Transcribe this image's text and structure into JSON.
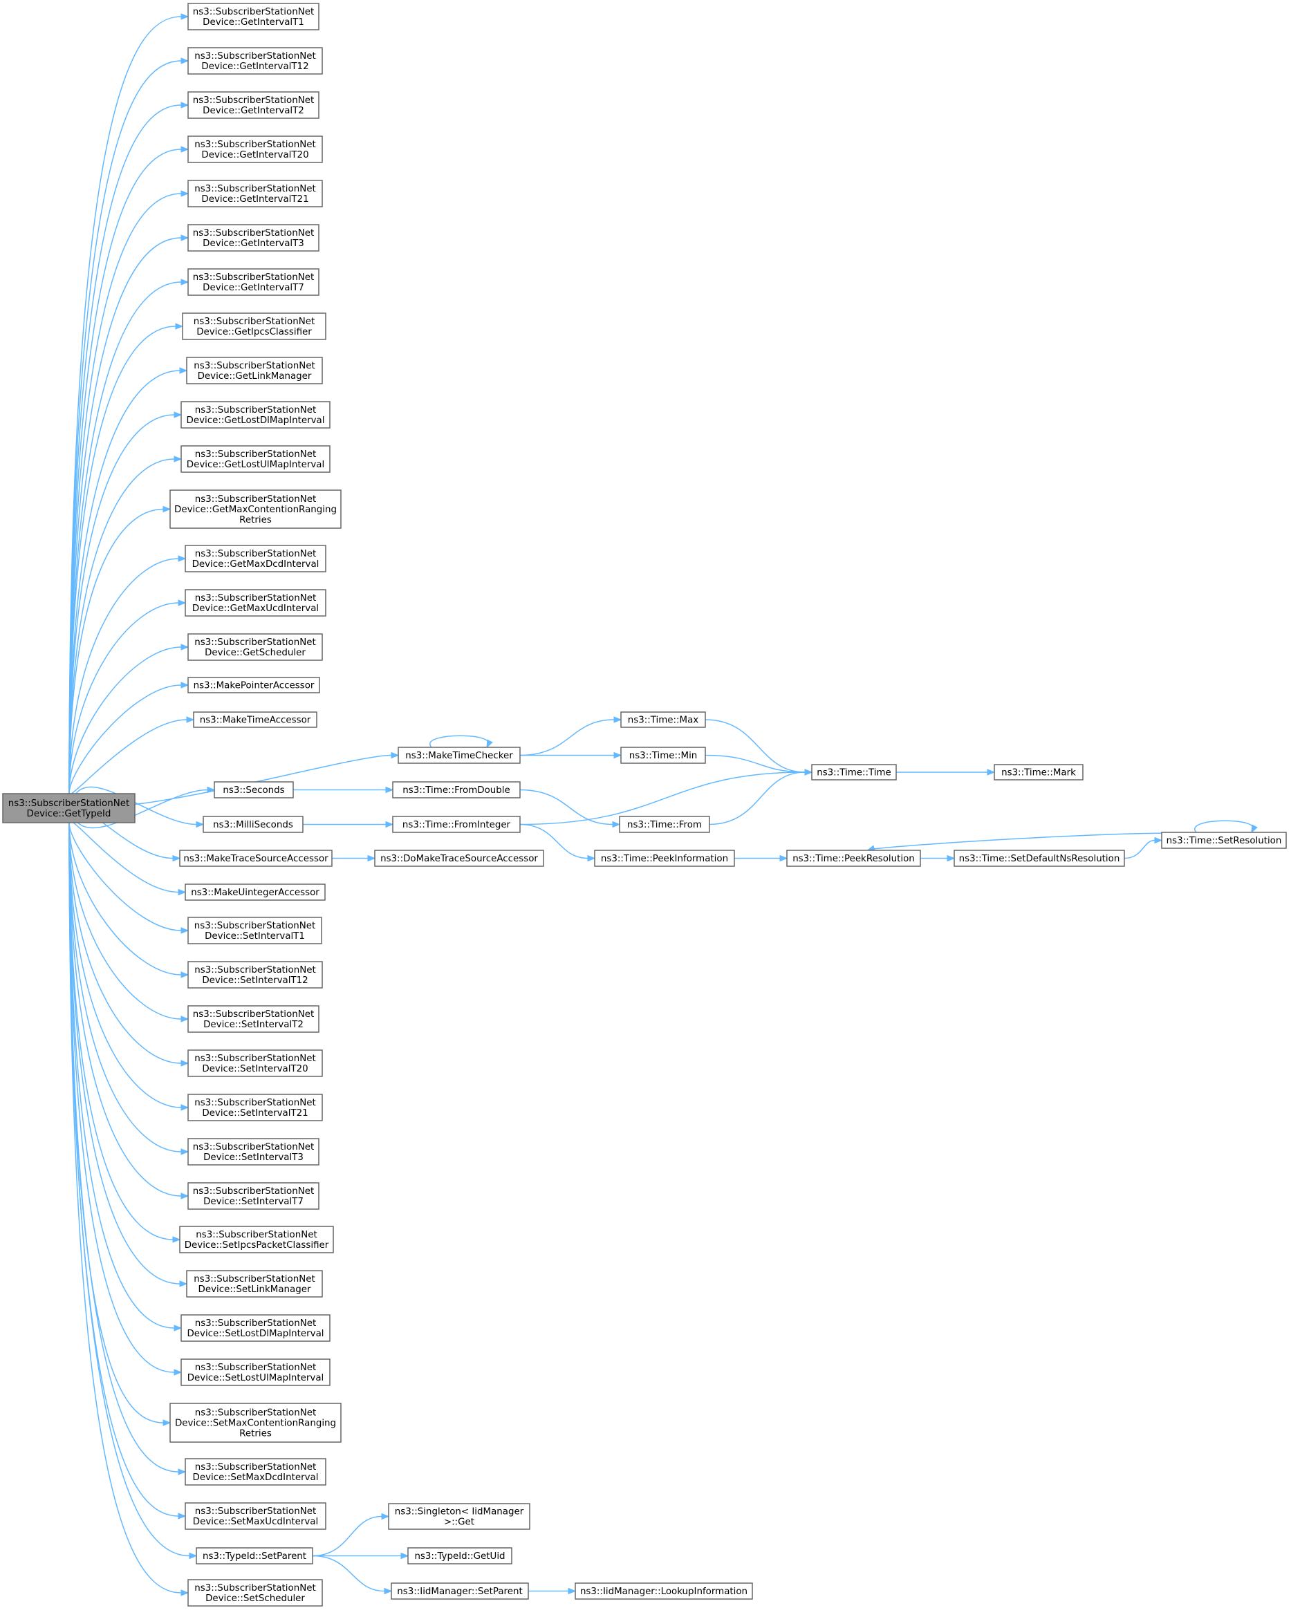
{
  "diagram": {
    "type": "call-graph",
    "colors": {
      "edge": "#63b8ff",
      "node_border": "#666666",
      "root_fill": "#999999",
      "node_fill": "#ffffff"
    },
    "nodes": [
      {
        "id": "root",
        "lines": [
          "ns3::SubscriberStationNet",
          "Device::GetTypeId"
        ],
        "root": true
      },
      {
        "id": "g1",
        "lines": [
          "ns3::SubscriberStationNet",
          "Device::GetIntervalT1"
        ]
      },
      {
        "id": "g12",
        "lines": [
          "ns3::SubscriberStationNet",
          "Device::GetIntervalT12"
        ]
      },
      {
        "id": "g2",
        "lines": [
          "ns3::SubscriberStationNet",
          "Device::GetIntervalT2"
        ]
      },
      {
        "id": "g20",
        "lines": [
          "ns3::SubscriberStationNet",
          "Device::GetIntervalT20"
        ]
      },
      {
        "id": "g21",
        "lines": [
          "ns3::SubscriberStationNet",
          "Device::GetIntervalT21"
        ]
      },
      {
        "id": "g3",
        "lines": [
          "ns3::SubscriberStationNet",
          "Device::GetIntervalT3"
        ]
      },
      {
        "id": "g7",
        "lines": [
          "ns3::SubscriberStationNet",
          "Device::GetIntervalT7"
        ]
      },
      {
        "id": "gipcs",
        "lines": [
          "ns3::SubscriberStationNet",
          "Device::GetIpcsClassifier"
        ]
      },
      {
        "id": "glink",
        "lines": [
          "ns3::SubscriberStationNet",
          "Device::GetLinkManager"
        ]
      },
      {
        "id": "glostdl",
        "lines": [
          "ns3::SubscriberStationNet",
          "Device::GetLostDlMapInterval"
        ]
      },
      {
        "id": "glostul",
        "lines": [
          "ns3::SubscriberStationNet",
          "Device::GetLostUlMapInterval"
        ]
      },
      {
        "id": "gmaxcont",
        "lines": [
          "ns3::SubscriberStationNet",
          "Device::GetMaxContentionRanging",
          "Retries"
        ]
      },
      {
        "id": "gmaxdcd",
        "lines": [
          "ns3::SubscriberStationNet",
          "Device::GetMaxDcdInterval"
        ]
      },
      {
        "id": "gmaxucd",
        "lines": [
          "ns3::SubscriberStationNet",
          "Device::GetMaxUcdInterval"
        ]
      },
      {
        "id": "gsched",
        "lines": [
          "ns3::SubscriberStationNet",
          "Device::GetScheduler"
        ]
      },
      {
        "id": "mkptr",
        "lines": [
          "ns3::MakePointerAccessor"
        ]
      },
      {
        "id": "mktimeacc",
        "lines": [
          "ns3::MakeTimeAccessor"
        ]
      },
      {
        "id": "mktimechk",
        "lines": [
          "ns3::MakeTimeChecker"
        ]
      },
      {
        "id": "seconds",
        "lines": [
          "ns3::Seconds"
        ]
      },
      {
        "id": "millis",
        "lines": [
          "ns3::MilliSeconds"
        ]
      },
      {
        "id": "mktrace",
        "lines": [
          "ns3::MakeTraceSourceAccessor"
        ]
      },
      {
        "id": "mkuint",
        "lines": [
          "ns3::MakeUintegerAccessor"
        ]
      },
      {
        "id": "s1",
        "lines": [
          "ns3::SubscriberStationNet",
          "Device::SetIntervalT1"
        ]
      },
      {
        "id": "s12",
        "lines": [
          "ns3::SubscriberStationNet",
          "Device::SetIntervalT12"
        ]
      },
      {
        "id": "s2",
        "lines": [
          "ns3::SubscriberStationNet",
          "Device::SetIntervalT2"
        ]
      },
      {
        "id": "s20",
        "lines": [
          "ns3::SubscriberStationNet",
          "Device::SetIntervalT20"
        ]
      },
      {
        "id": "s21",
        "lines": [
          "ns3::SubscriberStationNet",
          "Device::SetIntervalT21"
        ]
      },
      {
        "id": "s3",
        "lines": [
          "ns3::SubscriberStationNet",
          "Device::SetIntervalT3"
        ]
      },
      {
        "id": "s7",
        "lines": [
          "ns3::SubscriberStationNet",
          "Device::SetIntervalT7"
        ]
      },
      {
        "id": "sipcs",
        "lines": [
          "ns3::SubscriberStationNet",
          "Device::SetIpcsPacketClassifier"
        ]
      },
      {
        "id": "slink",
        "lines": [
          "ns3::SubscriberStationNet",
          "Device::SetLinkManager"
        ]
      },
      {
        "id": "slostdl",
        "lines": [
          "ns3::SubscriberStationNet",
          "Device::SetLostDlMapInterval"
        ]
      },
      {
        "id": "slostul",
        "lines": [
          "ns3::SubscriberStationNet",
          "Device::SetLostUlMapInterval"
        ]
      },
      {
        "id": "smaxcont",
        "lines": [
          "ns3::SubscriberStationNet",
          "Device::SetMaxContentionRanging",
          "Retries"
        ]
      },
      {
        "id": "smaxdcd",
        "lines": [
          "ns3::SubscriberStationNet",
          "Device::SetMaxDcdInterval"
        ]
      },
      {
        "id": "smaxucd",
        "lines": [
          "ns3::SubscriberStationNet",
          "Device::SetMaxUcdInterval"
        ]
      },
      {
        "id": "setparent",
        "lines": [
          "ns3::TypeId::SetParent"
        ]
      },
      {
        "id": "ssched",
        "lines": [
          "ns3::SubscriberStationNet",
          "Device::SetScheduler"
        ]
      },
      {
        "id": "tmax",
        "lines": [
          "ns3::Time::Max"
        ]
      },
      {
        "id": "tmin",
        "lines": [
          "ns3::Time::Min"
        ]
      },
      {
        "id": "tfromdouble",
        "lines": [
          "ns3::Time::FromDouble"
        ]
      },
      {
        "id": "tfromint",
        "lines": [
          "ns3::Time::FromInteger"
        ]
      },
      {
        "id": "dotrace",
        "lines": [
          "ns3::DoMakeTraceSourceAccessor"
        ]
      },
      {
        "id": "tfrom",
        "lines": [
          "ns3::Time::From"
        ]
      },
      {
        "id": "tpeekinfo",
        "lines": [
          "ns3::Time::PeekInformation"
        ]
      },
      {
        "id": "ttime",
        "lines": [
          "ns3::Time::Time"
        ]
      },
      {
        "id": "tmark",
        "lines": [
          "ns3::Time::Mark"
        ]
      },
      {
        "id": "tpeekres",
        "lines": [
          "ns3::Time::PeekResolution"
        ]
      },
      {
        "id": "tsetdef",
        "lines": [
          "ns3::Time::SetDefaultNsResolution"
        ]
      },
      {
        "id": "tsetres",
        "lines": [
          "ns3::Time::SetResolution"
        ]
      },
      {
        "id": "singget",
        "lines": [
          "ns3::Singleton< IidManager",
          ">::Get"
        ]
      },
      {
        "id": "getuid",
        "lines": [
          "ns3::TypeId::GetUid"
        ]
      },
      {
        "id": "iidsetparent",
        "lines": [
          "ns3::IidManager::SetParent"
        ]
      },
      {
        "id": "lookup",
        "lines": [
          "ns3::IidManager::LookupInformation"
        ]
      }
    ],
    "edges": [
      [
        "root",
        "g1"
      ],
      [
        "root",
        "g12"
      ],
      [
        "root",
        "g2"
      ],
      [
        "root",
        "g20"
      ],
      [
        "root",
        "g21"
      ],
      [
        "root",
        "g3"
      ],
      [
        "root",
        "g7"
      ],
      [
        "root",
        "gipcs"
      ],
      [
        "root",
        "glink"
      ],
      [
        "root",
        "glostdl"
      ],
      [
        "root",
        "glostul"
      ],
      [
        "root",
        "gmaxcont"
      ],
      [
        "root",
        "gmaxdcd"
      ],
      [
        "root",
        "gmaxucd"
      ],
      [
        "root",
        "gsched"
      ],
      [
        "root",
        "mkptr"
      ],
      [
        "root",
        "mktimeacc"
      ],
      [
        "root",
        "mktimechk"
      ],
      [
        "root",
        "seconds"
      ],
      [
        "root",
        "millis"
      ],
      [
        "root",
        "mktrace"
      ],
      [
        "root",
        "mkuint"
      ],
      [
        "root",
        "s1"
      ],
      [
        "root",
        "s12"
      ],
      [
        "root",
        "s2"
      ],
      [
        "root",
        "s20"
      ],
      [
        "root",
        "s21"
      ],
      [
        "root",
        "s3"
      ],
      [
        "root",
        "s7"
      ],
      [
        "root",
        "sipcs"
      ],
      [
        "root",
        "slink"
      ],
      [
        "root",
        "slostdl"
      ],
      [
        "root",
        "slostul"
      ],
      [
        "root",
        "smaxcont"
      ],
      [
        "root",
        "smaxdcd"
      ],
      [
        "root",
        "smaxucd"
      ],
      [
        "root",
        "setparent"
      ],
      [
        "root",
        "ssched"
      ],
      [
        "mktimechk",
        "mktimechk"
      ],
      [
        "mktimechk",
        "tmax"
      ],
      [
        "mktimechk",
        "tmin"
      ],
      [
        "seconds",
        "tfromdouble"
      ],
      [
        "millis",
        "tfromint"
      ],
      [
        "mktrace",
        "dotrace"
      ],
      [
        "tmax",
        "ttime"
      ],
      [
        "tmin",
        "ttime"
      ],
      [
        "tfromdouble",
        "tfrom"
      ],
      [
        "tfrom",
        "ttime"
      ],
      [
        "tfromint",
        "ttime"
      ],
      [
        "tfromint",
        "tpeekinfo"
      ],
      [
        "ttime",
        "tmark"
      ],
      [
        "tpeekinfo",
        "tpeekres"
      ],
      [
        "tpeekres",
        "tsetdef"
      ],
      [
        "tsetdef",
        "tsetres"
      ],
      [
        "tsetres",
        "tpeekres"
      ],
      [
        "tsetres",
        "tsetres"
      ],
      [
        "setparent",
        "singget"
      ],
      [
        "setparent",
        "getuid"
      ],
      [
        "setparent",
        "iidsetparent"
      ],
      [
        "iidsetparent",
        "lookup"
      ]
    ]
  }
}
